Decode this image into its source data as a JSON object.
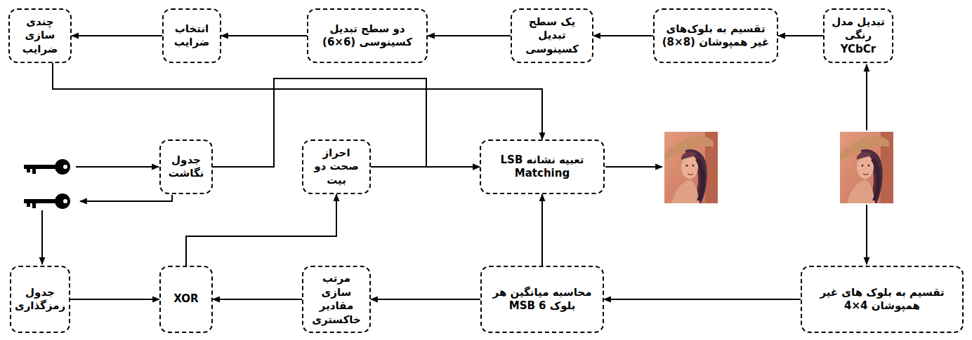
{
  "diagram": {
    "nodes": [
      {
        "text": [
          "تبدیل مدل رنگی YCbCr"
        ]
      },
      {
        "text": [
          "تقسیم به بلوک‌های غیر همپوشان (8×8)"
        ]
      },
      {
        "text": [
          "یک سطح تبدیل کسینوسی"
        ]
      },
      {
        "text": [
          "دو سطح تبدیل کسینوسی (6×6)"
        ]
      },
      {
        "text": [
          "انتخاب ضرایب"
        ]
      },
      {
        "text": [
          "چندی سازی ضرایب"
        ]
      },
      {
        "text": [
          "تعبیه نشانه LSB Matching"
        ]
      },
      {
        "text": [
          "احراز صحت دو بیت"
        ]
      },
      {
        "text": [
          "جدول نگاشت"
        ]
      },
      {
        "text": [
          "تقسیم به بلوک های غیر همپوشان 4×4"
        ]
      },
      {
        "text": [
          "محاسبه میانگین هر بلوک 6 MSB"
        ]
      },
      {
        "text": [
          "مرتب سازی مقادیر خاکستری"
        ]
      },
      {
        "text": [
          "XOR"
        ]
      },
      {
        "text": [
          "جدول رمزگذاری"
        ]
      }
    ],
    "edges": [
      {
        "from": 0,
        "to": 1,
        "arrow": "to"
      },
      {
        "from": 1,
        "to": 2,
        "arrow": "to"
      },
      {
        "from": 2,
        "to": 3,
        "arrow": "to"
      },
      {
        "from": 3,
        "to": 4,
        "arrow": "to"
      },
      {
        "from": 4,
        "to": 5,
        "arrow": "to"
      },
      {
        "from": 5,
        "to": 6,
        "arrow": "to"
      },
      {
        "from": 8,
        "to": 6,
        "arrow": "to"
      },
      {
        "from": 7,
        "to": 6,
        "arrow": "to"
      },
      {
        "from": 9,
        "to": 10,
        "arrow": "to"
      },
      {
        "from": 10,
        "to": 6,
        "arrow": "to"
      },
      {
        "from": 10,
        "to": 11,
        "arrow": "to"
      },
      {
        "from": 11,
        "to": 12,
        "arrow": "to"
      },
      {
        "from": 13,
        "to": 12,
        "arrow": "to"
      },
      {
        "from": 12,
        "to": 7,
        "arrow": "to"
      }
    ]
  }
}
